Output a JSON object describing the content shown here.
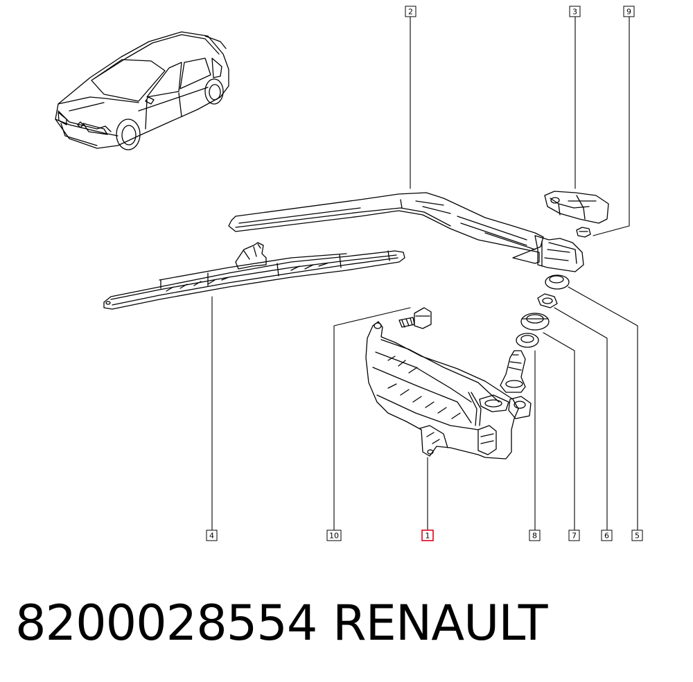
{
  "footer": {
    "part_number": "8200028554",
    "brand": "RENAULT"
  },
  "callouts": {
    "c1": "1",
    "c2": "2",
    "c3": "3",
    "c4": "4",
    "c5": "5",
    "c6": "6",
    "c7": "7",
    "c8": "8",
    "c9": "9",
    "c10": "10"
  },
  "highlight_color": "#e0001b"
}
